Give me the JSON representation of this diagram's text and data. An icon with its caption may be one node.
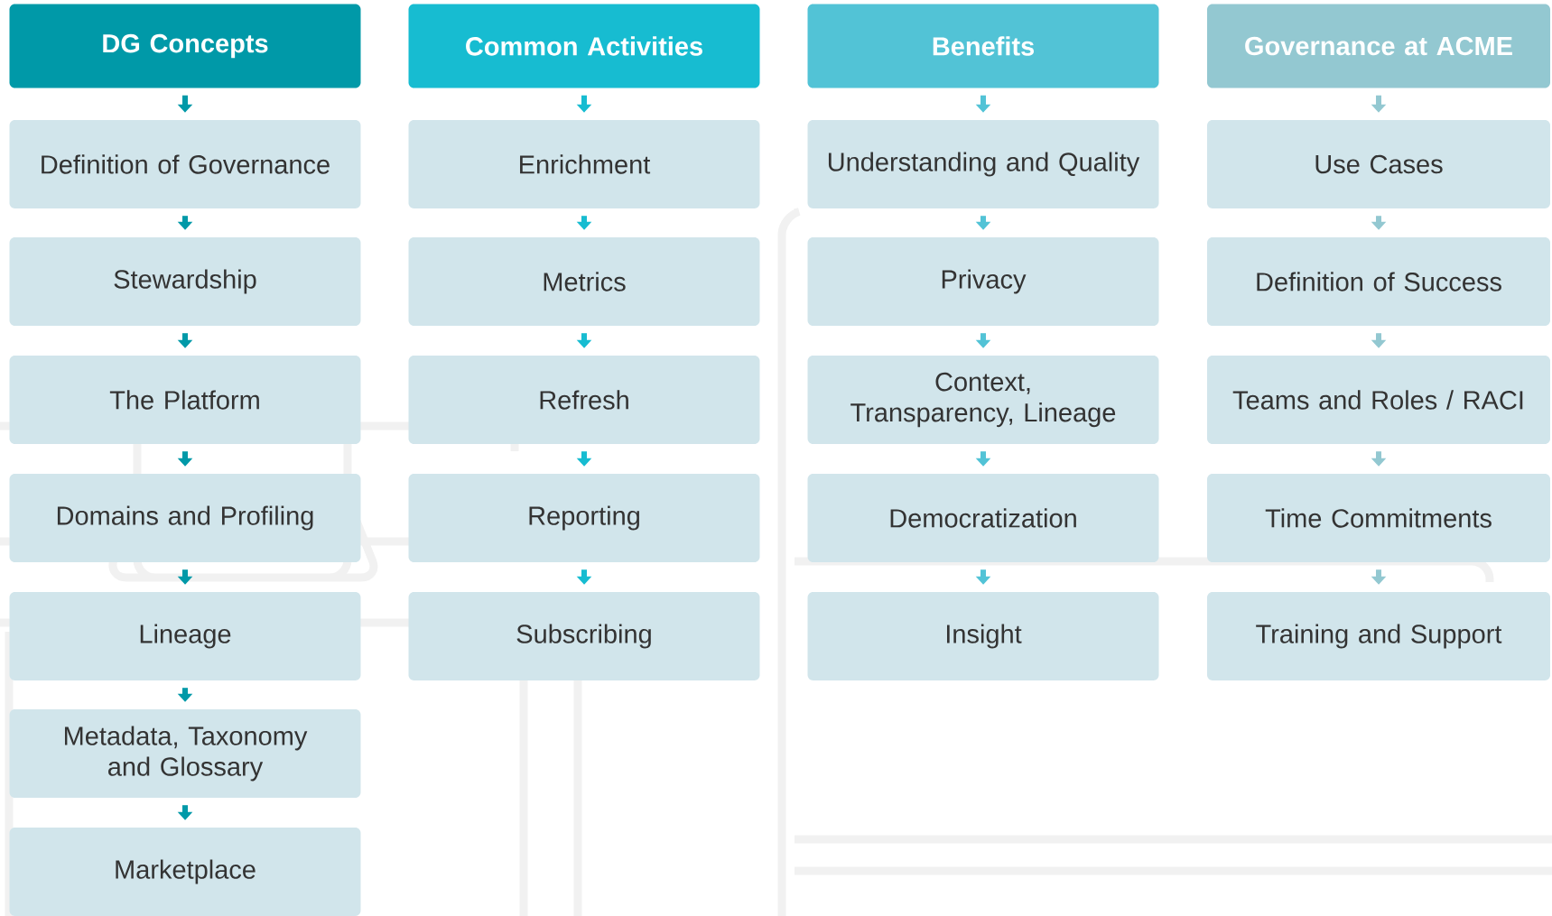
{
  "diagram": {
    "nodes": [
      {
        "text": [
          "DG Concepts"
        ]
      },
      {
        "text": [
          "Definition of Governance"
        ]
      },
      {
        "text": [
          "Stewardship"
        ]
      },
      {
        "text": [
          "The Platform"
        ]
      },
      {
        "text": [
          "Domains and Profiling"
        ]
      },
      {
        "text": [
          "Lineage"
        ]
      },
      {
        "text": [
          "Metadata, Taxonomy and Glossary"
        ]
      },
      {
        "text": [
          "Marketplace"
        ]
      },
      {
        "text": [
          "Common Activities"
        ]
      },
      {
        "text": [
          "Enrichment"
        ]
      },
      {
        "text": [
          "Metrics"
        ]
      },
      {
        "text": [
          "Refresh"
        ]
      },
      {
        "text": [
          "Reporting"
        ]
      },
      {
        "text": [
          "Subscribing"
        ]
      },
      {
        "text": [
          "Benefits"
        ]
      },
      {
        "text": [
          "Understanding and Quality"
        ]
      },
      {
        "text": [
          "Privacy"
        ]
      },
      {
        "text": [
          "Context, Transparency, Lineage"
        ]
      },
      {
        "text": [
          "Democratization"
        ]
      },
      {
        "text": [
          "Insight"
        ]
      },
      {
        "text": [
          "Governance at ACME"
        ]
      },
      {
        "text": [
          "Use Cases"
        ]
      },
      {
        "text": [
          "Definition of Success"
        ]
      },
      {
        "text": [
          "Teams and Roles / RACI"
        ]
      },
      {
        "text": [
          "Time Commitments"
        ]
      },
      {
        "text": [
          "Training and Support"
        ]
      }
    ],
    "edges": [
      {
        "from": 0,
        "to": 1,
        "arrow": "to",
        "color": "#0099a8"
      },
      {
        "from": 1,
        "to": 2,
        "arrow": "to",
        "color": "#0099a8"
      },
      {
        "from": 2,
        "to": 3,
        "arrow": "to",
        "color": "#0099a8"
      },
      {
        "from": 3,
        "to": 4,
        "arrow": "to",
        "color": "#0099a8"
      },
      {
        "from": 4,
        "to": 5,
        "arrow": "to",
        "color": "#0099a8"
      },
      {
        "from": 5,
        "to": 6,
        "arrow": "to",
        "color": "#0099a8"
      },
      {
        "from": 6,
        "to": 7,
        "arrow": "to",
        "color": "#0099a8"
      },
      {
        "from": 8,
        "to": 9,
        "arrow": "to",
        "color": "#17bcd1"
      },
      {
        "from": 9,
        "to": 10,
        "arrow": "to",
        "color": "#17bcd1"
      },
      {
        "from": 10,
        "to": 11,
        "arrow": "to",
        "color": "#17bcd1"
      },
      {
        "from": 11,
        "to": 12,
        "arrow": "to",
        "color": "#17bcd1"
      },
      {
        "from": 12,
        "to": 13,
        "arrow": "to",
        "color": "#17bcd1"
      },
      {
        "from": 14,
        "to": 15,
        "arrow": "to",
        "color": "#52c3d6"
      },
      {
        "from": 15,
        "to": 16,
        "arrow": "to",
        "color": "#52c3d6"
      },
      {
        "from": 16,
        "to": 17,
        "arrow": "to",
        "color": "#52c3d6"
      },
      {
        "from": 17,
        "to": 18,
        "arrow": "to",
        "color": "#52c3d6"
      },
      {
        "from": 18,
        "to": 19,
        "arrow": "to",
        "color": "#52c3d6"
      },
      {
        "from": 20,
        "to": 21,
        "arrow": "to",
        "color": "#93c8d1"
      },
      {
        "from": 21,
        "to": 22,
        "arrow": "to",
        "color": "#93c8d1"
      },
      {
        "from": 22,
        "to": 23,
        "arrow": "to",
        "color": "#93c8d1"
      },
      {
        "from": 23,
        "to": 24,
        "arrow": "to",
        "color": "#93c8d1"
      },
      {
        "from": 24,
        "to": 25,
        "arrow": "to",
        "color": "#93c8d1"
      }
    ]
  }
}
